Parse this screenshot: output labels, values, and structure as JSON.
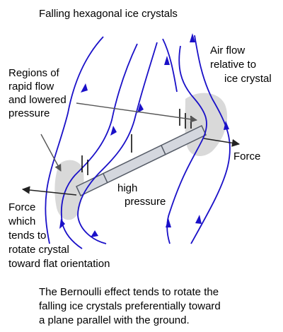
{
  "title": "Falling hexagonal ice crystals",
  "labels": {
    "regions": [
      "Regions of",
      "rapid flow",
      "and lowered",
      "pressure"
    ],
    "airflow": [
      "Air flow",
      "relative to",
      "ice crystal"
    ],
    "high_pressure": [
      "high",
      "pressure"
    ],
    "force_right": "Force",
    "force_left": [
      "Force",
      "which",
      "tends to",
      "rotate crystal",
      "toward flat orientation"
    ]
  },
  "caption": [
    "The Bernoulli effect tends to rotate the",
    "falling ice crystals preferentially toward",
    "a plane parallel with the ground."
  ],
  "colors": {
    "flow_line": "#1a10c8",
    "shade": "#d9d9d9",
    "crystal_fill": "#d4d7de",
    "crystal_edge": "#555b66",
    "arrow": "#222222"
  }
}
